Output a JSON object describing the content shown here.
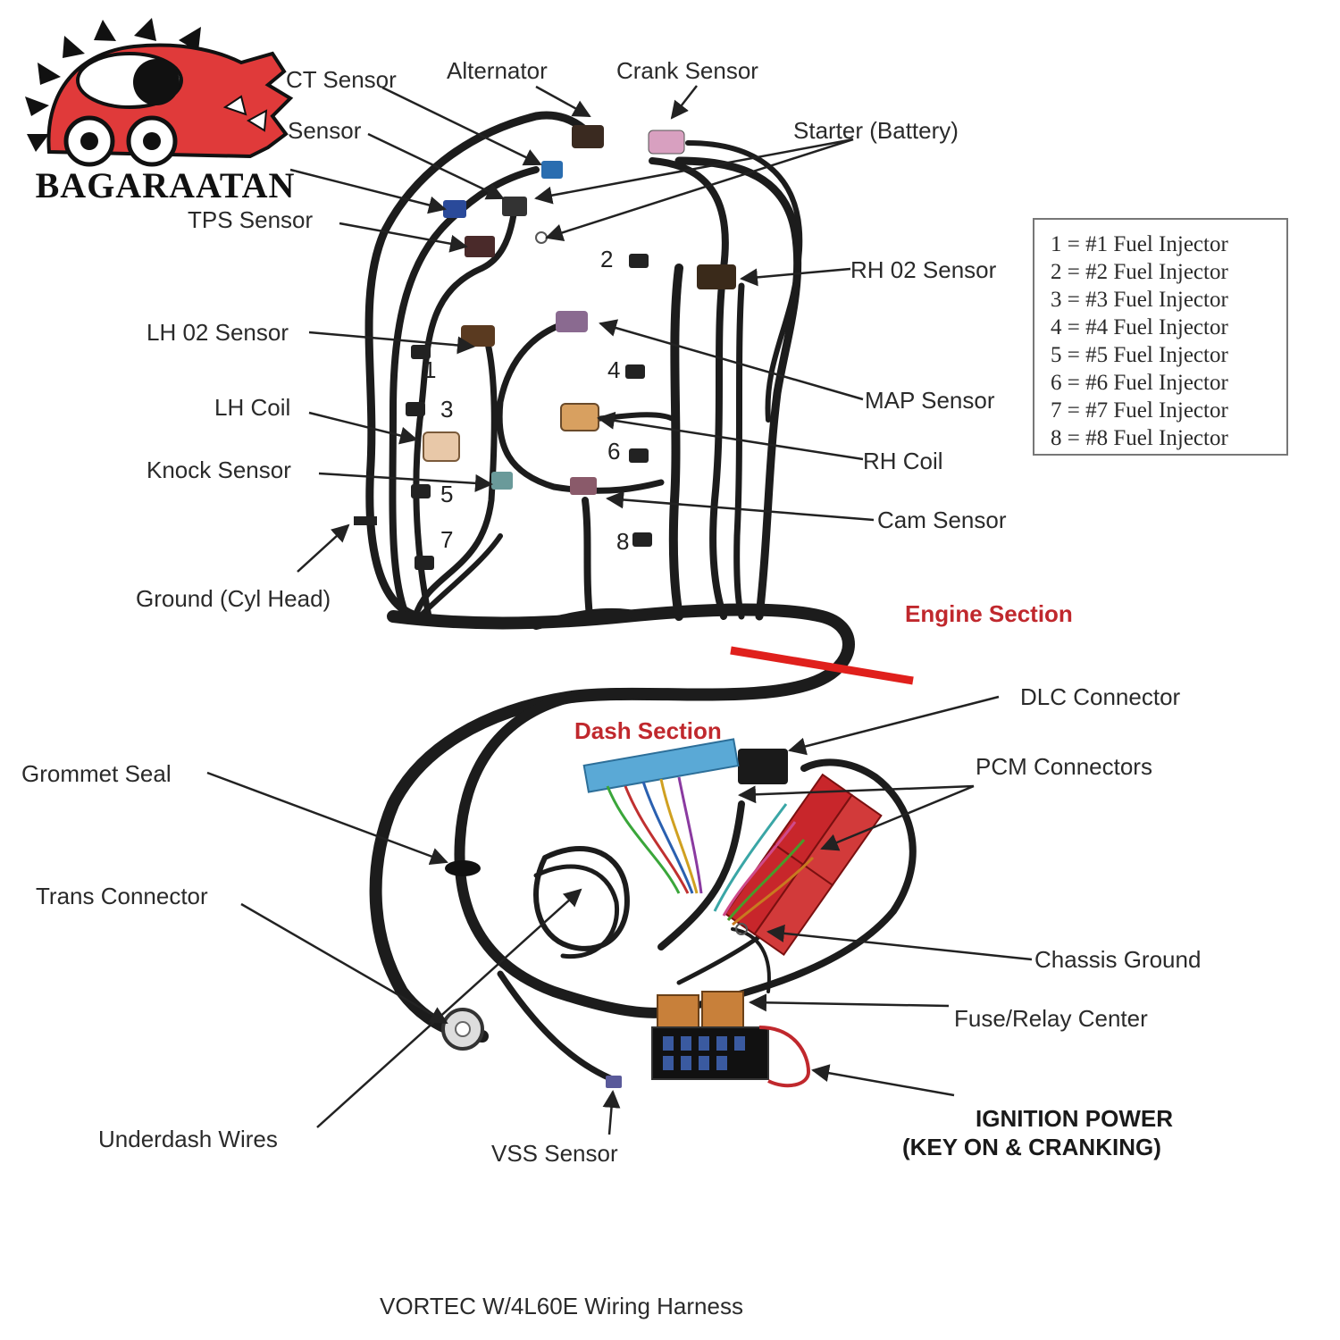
{
  "logo": {
    "text": "BAGARAATAN"
  },
  "labels": {
    "ect_sensor": "CT Sensor",
    "alternator": "Alternator",
    "crank_sensor": "Crank Sensor",
    "iat_sensor": "Sensor",
    "starter": "Starter (Battery)",
    "tps_sensor": "TPS Sensor",
    "rh_o2": "RH 02 Sensor",
    "lh_o2": "LH 02 Sensor",
    "map_sensor": "MAP Sensor",
    "lh_coil": "LH Coil",
    "rh_coil": "RH Coil",
    "knock_sensor": "Knock Sensor",
    "cam_sensor": "Cam Sensor",
    "ground_cyl_head": "Ground (Cyl Head)",
    "engine_section": "Engine Section",
    "dash_section": "Dash Section",
    "dlc_connector": "DLC Connector",
    "pcm_connectors": "PCM Connectors",
    "grommet_seal": "Grommet Seal",
    "trans_connector": "Trans Connector",
    "chassis_ground": "Chassis Ground",
    "fuse_relay": "Fuse/Relay Center",
    "underdash_wires": "Underdash Wires",
    "vss_sensor": "VSS Sensor",
    "ignition_power_1": "IGNITION POWER",
    "ignition_power_2": "(KEY ON & CRANKING)"
  },
  "injector_numbers": [
    "1",
    "2",
    "3",
    "4",
    "5",
    "6",
    "7",
    "8"
  ],
  "legend": [
    "1 = #1 Fuel Injector",
    "2 = #2 Fuel Injector",
    "3 = #3 Fuel Injector",
    "4 = #4 Fuel Injector",
    "5 = #5 Fuel Injector",
    "6 = #6 Fuel Injector",
    "7 = #7 Fuel Injector",
    "8 = #8 Fuel Injector"
  ],
  "caption": "VORTEC W/4L60E Wiring Harness",
  "colors": {
    "harness": "#1c1c1c",
    "engine_red": "#c0282d",
    "separator": "#e0201c",
    "pcm_red": "#c8262b",
    "connector_blue": "#5aa9d6",
    "fuse_orange": "#c8803a",
    "logo_red": "#e03a3a"
  }
}
